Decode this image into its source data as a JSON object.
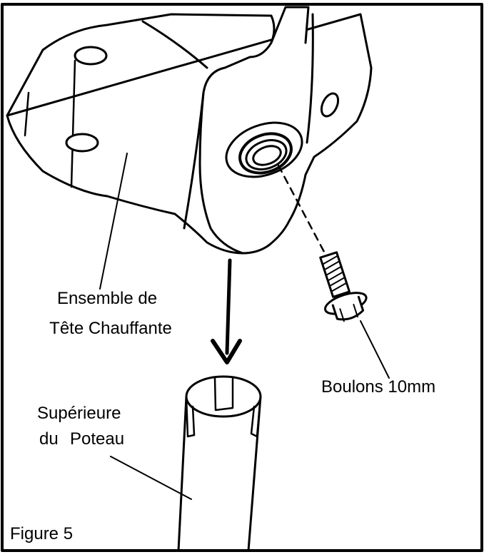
{
  "labels": {
    "heating_head_line1": "Ensemble de",
    "heating_head_line2": "Tête Chauffante",
    "bolts": "Boulons 10mm",
    "post_top_line1": "Supérieure",
    "post_top_line2_a": "du",
    "post_top_line2_b": "Poteau",
    "figure": "Figure 5"
  },
  "colors": {
    "stroke": "#000000",
    "background": "#ffffff"
  }
}
